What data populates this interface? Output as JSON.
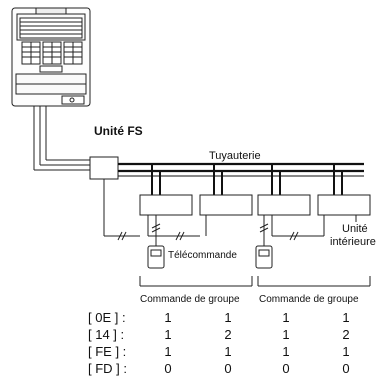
{
  "labels": {
    "fs_unit": "Unité FS",
    "piping": "Tuyauterie",
    "remote": "Télécommande",
    "indoor_line1": "Unité",
    "indoor_line2": "intérieure",
    "group_left": "Commande de groupe",
    "group_right": "Commande de groupe"
  },
  "table": {
    "rows": [
      {
        "label": "[ 0E ] :",
        "values": [
          "1",
          "1",
          "1",
          "1"
        ]
      },
      {
        "label": "[ 14 ] :",
        "values": [
          "1",
          "2",
          "1",
          "2"
        ]
      },
      {
        "label": "[ FE ] :",
        "values": [
          "1",
          "1",
          "1",
          "1"
        ]
      },
      {
        "label": "[ FD ] :",
        "values": [
          "0",
          "0",
          "0",
          "0"
        ]
      }
    ]
  }
}
